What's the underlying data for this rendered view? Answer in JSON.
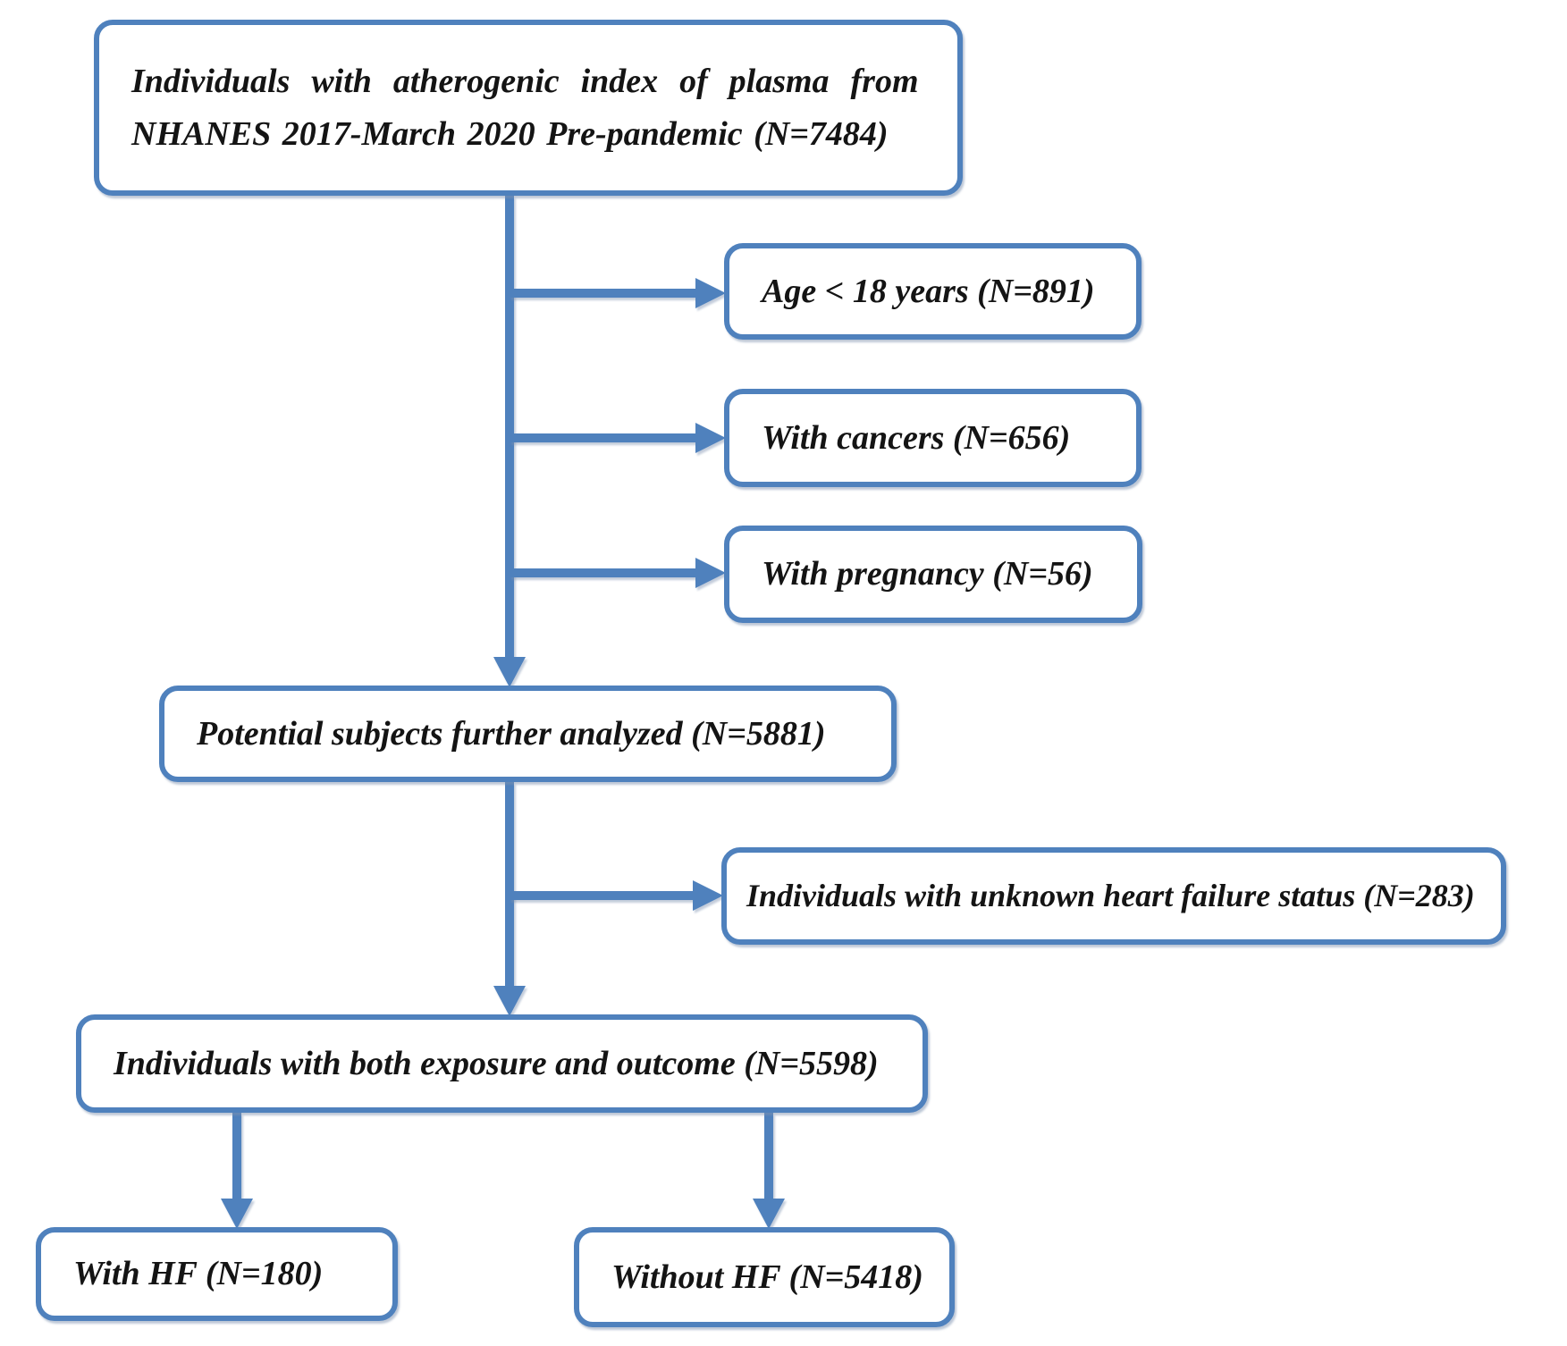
{
  "colors": {
    "accent": "#4f81bd",
    "text": "#141414",
    "canvas": "#ffffff"
  },
  "flowchart": {
    "nodes": {
      "source": {
        "line1": "Individuals with atherogenic index of plasma from",
        "line2": "NHANES 2017-March 2020 Pre-pandemic (N=7484)"
      },
      "exclusion_age": {
        "label": "Age < 18 years (N=891)"
      },
      "exclusion_cancers": {
        "label": "With cancers (N=656)"
      },
      "exclusion_pregnancy": {
        "label": "With pregnancy (N=56)"
      },
      "potential": {
        "label": "Potential subjects further analyzed (N=5881)"
      },
      "exclusion_unknown_hf": {
        "label": "Individuals with unknown heart failure status (N=283)"
      },
      "analytic": {
        "label": "Individuals with both exposure and outcome (N=5598)"
      },
      "with_hf": {
        "label": "With HF (N=180)"
      },
      "without_hf": {
        "label": "Without HF (N=5418)"
      }
    }
  }
}
